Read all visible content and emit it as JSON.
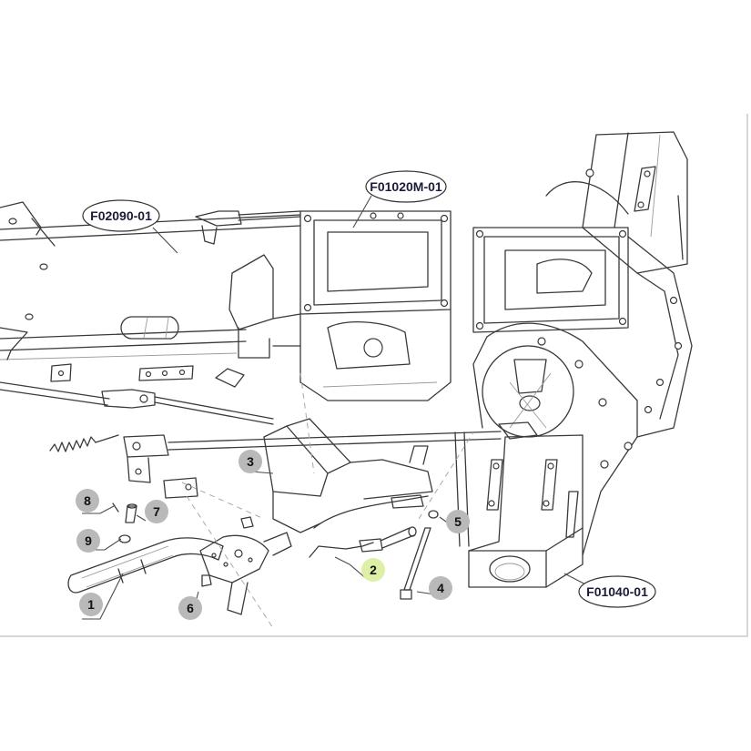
{
  "diagram": {
    "title": "Parking brake lever assembly — exploded parts view",
    "colors": {
      "line": "#3a3a3a",
      "callout_fill": "#b9b9b9",
      "callout_highlight_fill": "#ddf0a6",
      "label_text": "#1b1b3a",
      "frame": "#d6d6d6"
    },
    "assembly_labels": [
      {
        "id": "F02090-01",
        "text": "F02090-01",
        "refers_to": "frame"
      },
      {
        "id": "F01020M-01",
        "text": "F01020M-01",
        "refers_to": "center transmission housing"
      },
      {
        "id": "F01040-01",
        "text": "F01040-01",
        "refers_to": "rear axle housing"
      }
    ],
    "callouts": [
      {
        "number": "1",
        "highlighted": false,
        "part": "brake lever handle"
      },
      {
        "number": "2",
        "highlighted": true,
        "part": "brake cable"
      },
      {
        "number": "3",
        "highlighted": false,
        "part": "mounting bracket"
      },
      {
        "number": "4",
        "highlighted": false,
        "part": "long bolt"
      },
      {
        "number": "5",
        "highlighted": false,
        "part": "nut"
      },
      {
        "number": "6",
        "highlighted": false,
        "part": "ratchet mechanism"
      },
      {
        "number": "7",
        "highlighted": false,
        "part": "clevis pin"
      },
      {
        "number": "8",
        "highlighted": false,
        "part": "cotter pin"
      },
      {
        "number": "9",
        "highlighted": false,
        "part": "washer"
      }
    ]
  }
}
